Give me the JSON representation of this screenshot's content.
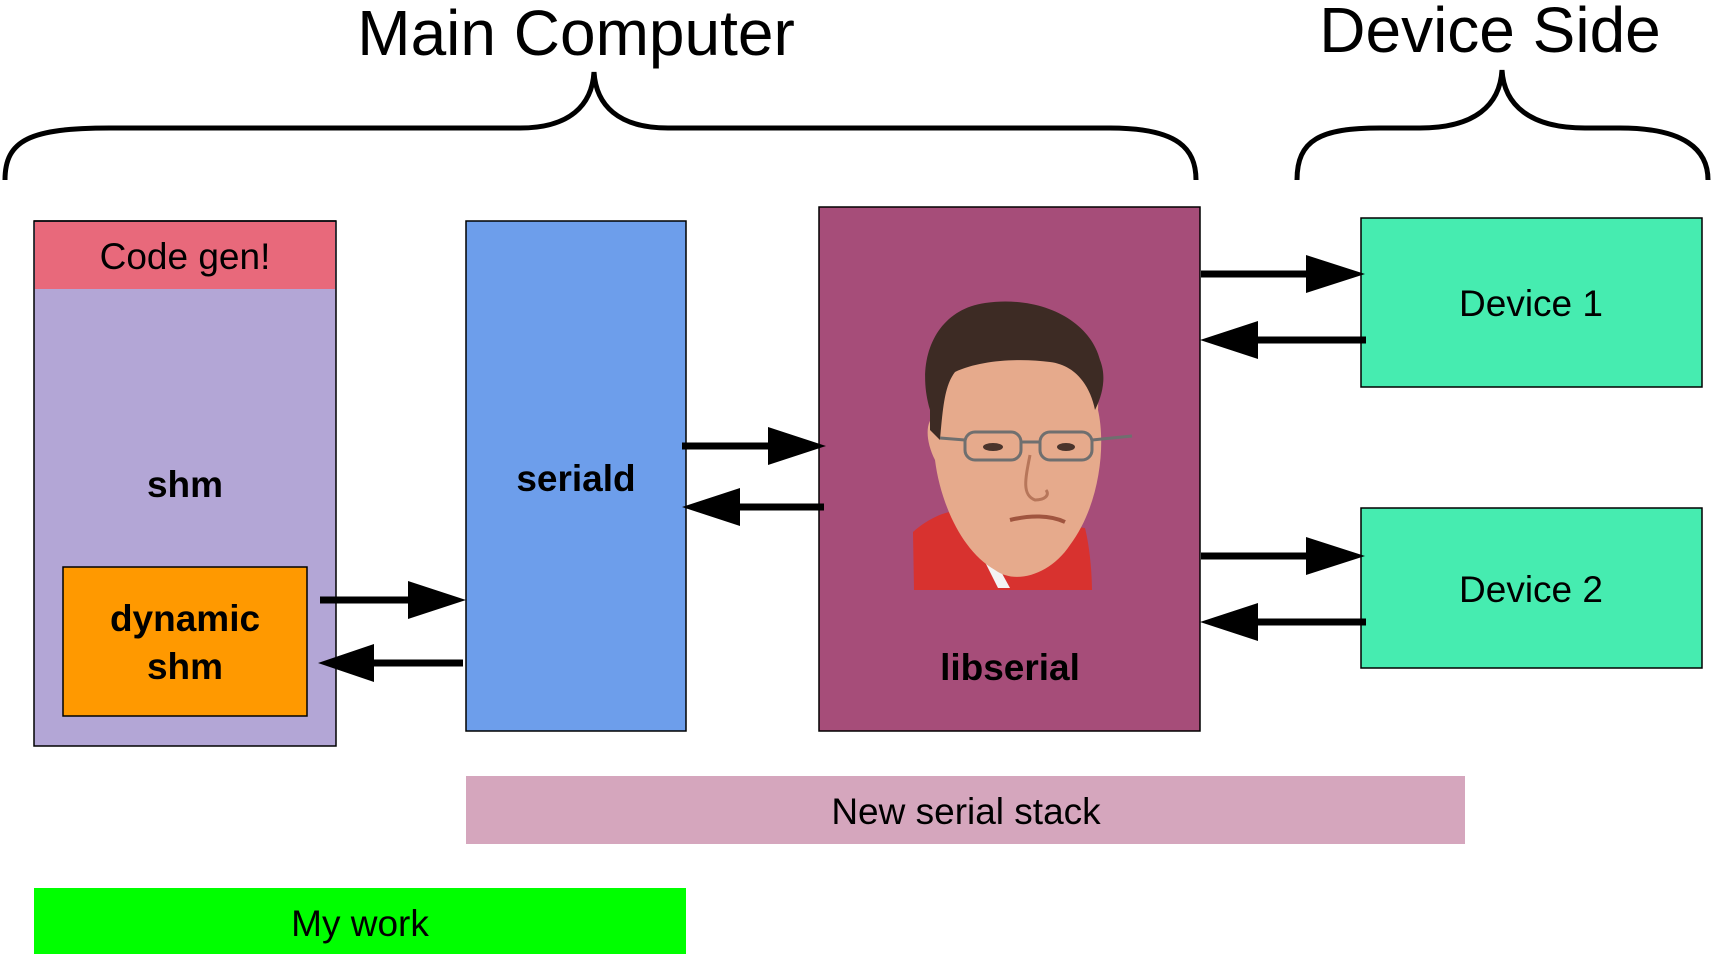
{
  "groups": {
    "main_computer": "Main Computer",
    "device_side": "Device Side"
  },
  "blocks": {
    "shm": {
      "header": "Code gen!",
      "label": "shm"
    },
    "dynamic_shm": {
      "line1": "dynamic",
      "line2": "shm"
    },
    "seriald": {
      "label": "seriald"
    },
    "libserial": {
      "label": "libserial",
      "photo": "person-photo"
    },
    "device1": {
      "label": "Device 1"
    },
    "device2": {
      "label": "Device 2"
    }
  },
  "bars": {
    "new_serial_stack": "New serial stack",
    "my_work": "My work"
  },
  "colors": {
    "shm_fill": "#b3a6d6",
    "code_gen_fill": "#e8697b",
    "dynamic_shm_fill": "#ff9900",
    "seriald_fill": "#6d9eeb",
    "libserial_fill": "#a64d79",
    "device_fill": "#46ecb0",
    "new_serial_stack_fill": "#d5a6bd",
    "my_work_fill": "#00ff00"
  }
}
